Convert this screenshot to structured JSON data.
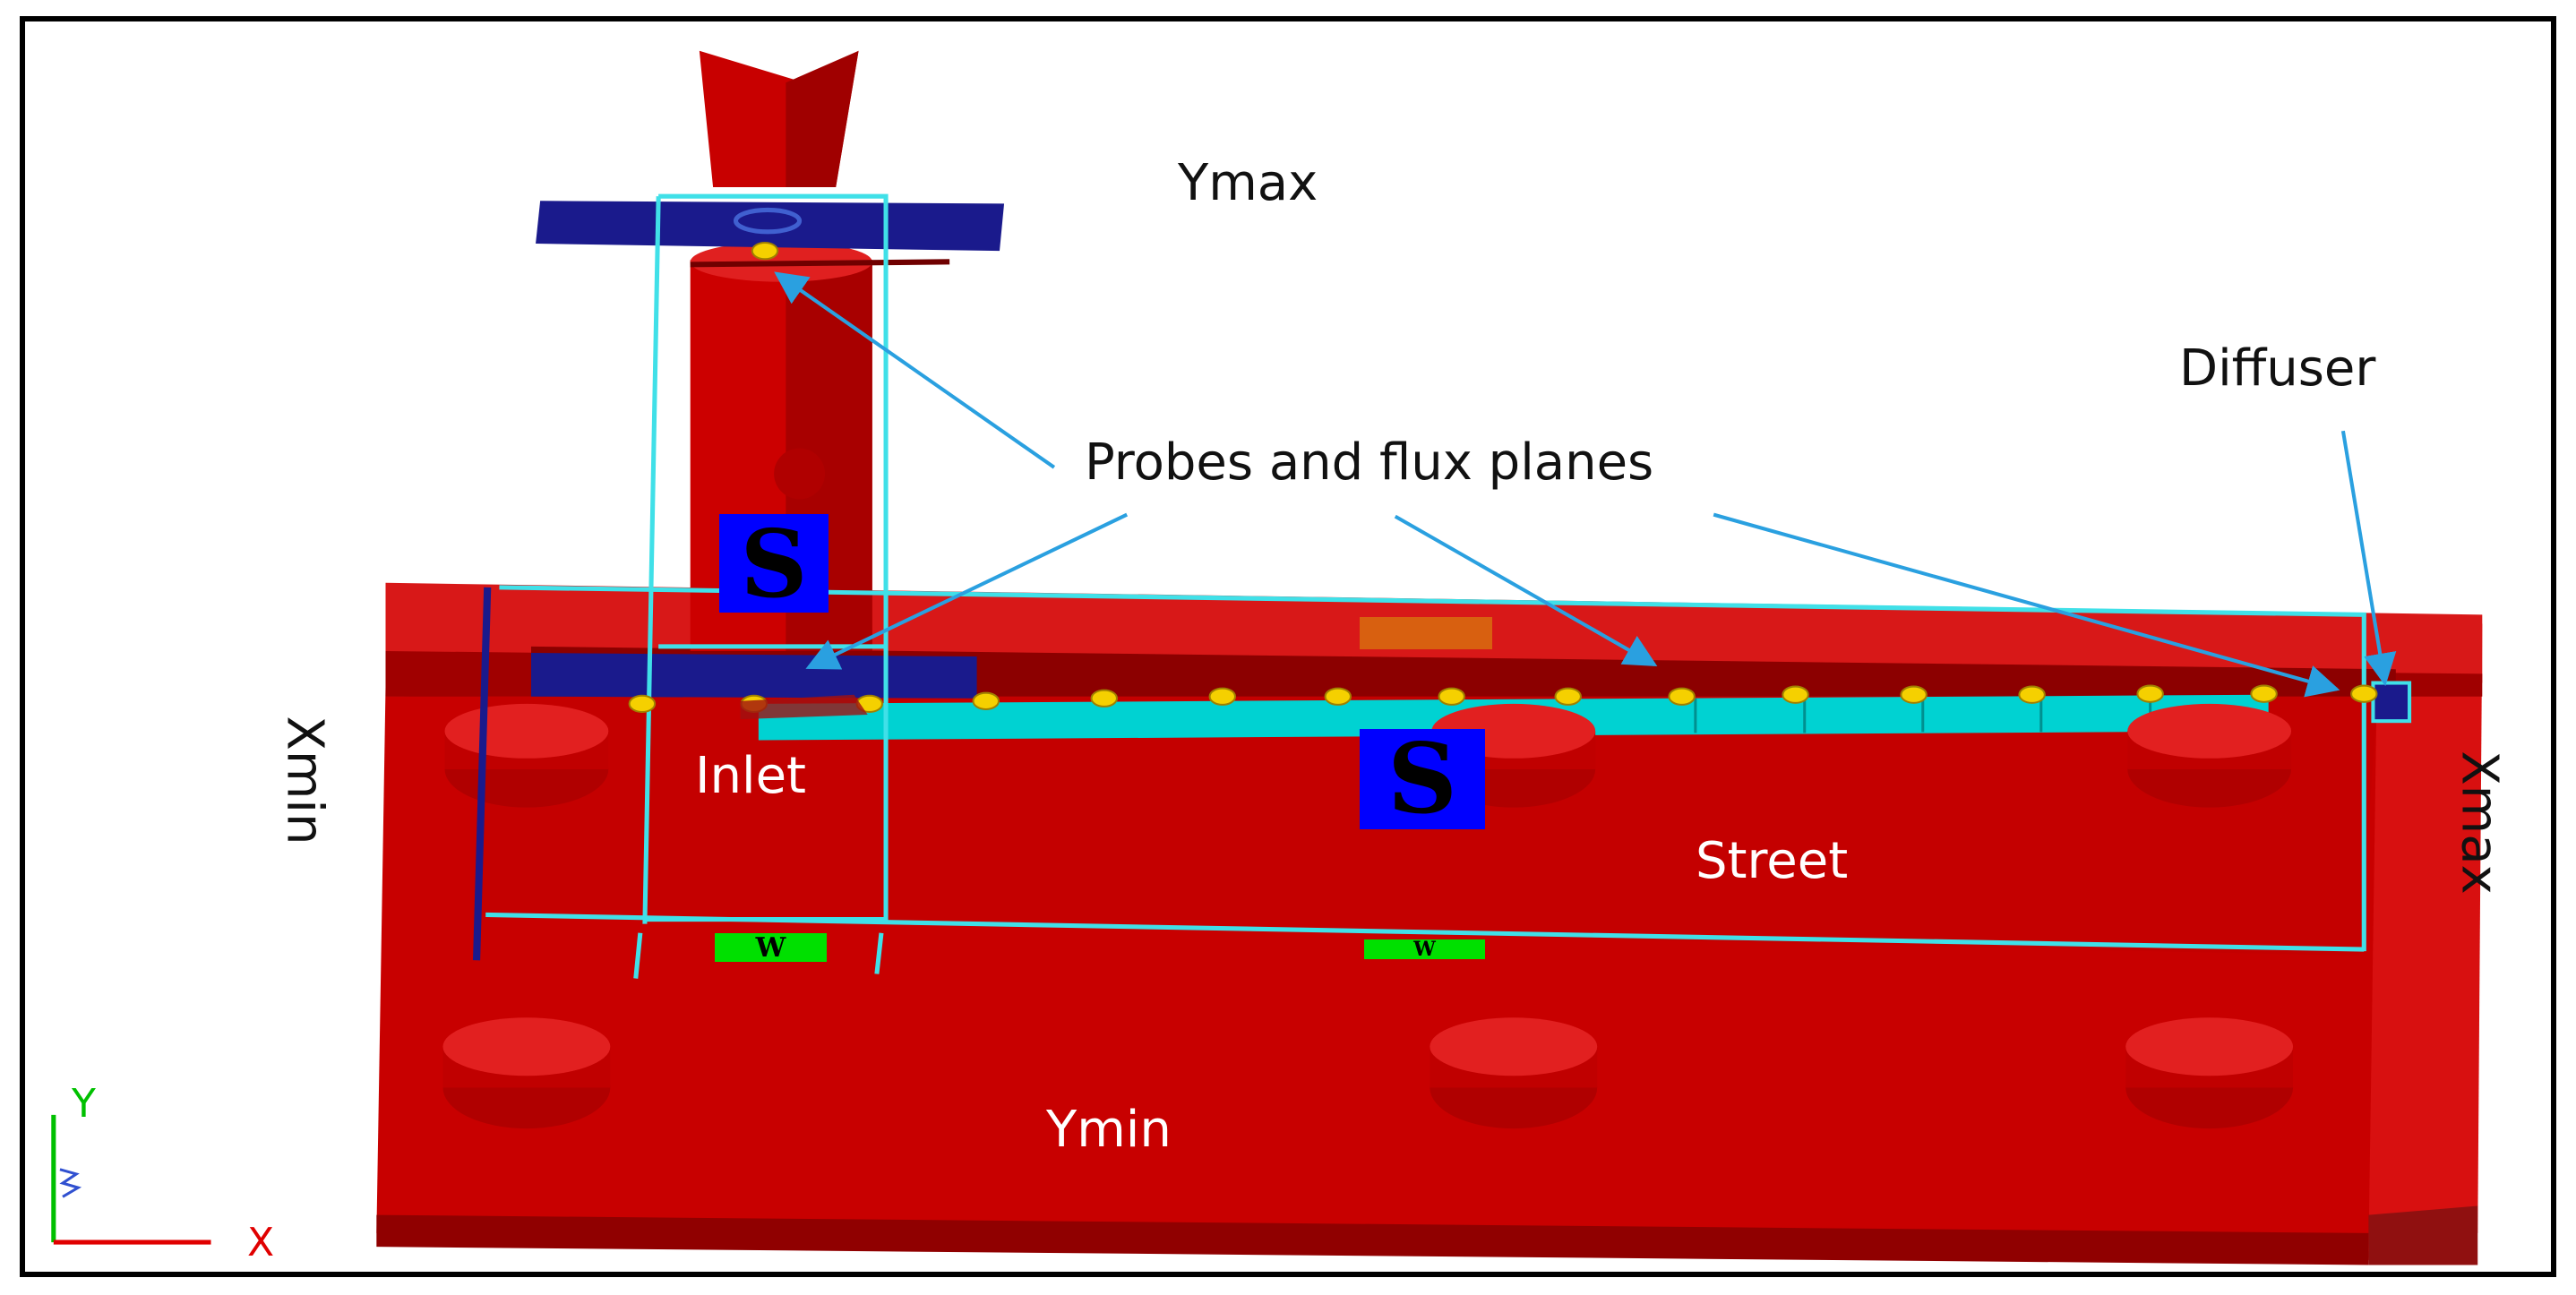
{
  "labels": {
    "ymax": "Ymax",
    "ymin": "Ymin",
    "xmin": "Xmin",
    "xmax": "Xmax",
    "diffuser": "Diffuser",
    "probes": "Probes and flux planes",
    "inlet": "Inlet",
    "street": "Street"
  },
  "badges": {
    "south_label": "S",
    "west_label": "W"
  },
  "axes": {
    "y": "Y",
    "x": "X"
  },
  "colors": {
    "model_red": "#c80000",
    "model_dark_red": "#8c0000",
    "model_light_red": "#e01010",
    "outline_cyan": "#40e0e8",
    "plane_blue": "#1a1a8c",
    "street_cyan": "#00d2d2",
    "probe_yellow": "#f5d000",
    "badge_blue": "#0000ff",
    "badge_green": "#00e000",
    "arrow_blue": "#2aa0e0",
    "axis_green": "#00c000",
    "axis_red": "#e00000"
  }
}
